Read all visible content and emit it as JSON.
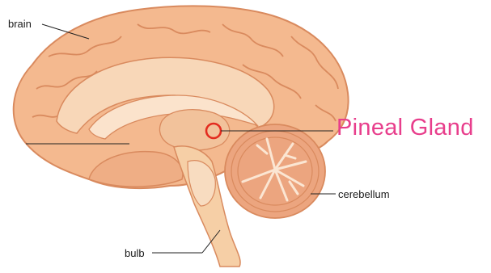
{
  "labels": {
    "brain": "brain",
    "pineal_gland": "Pineal Gland",
    "cerebellum": "cerebellum",
    "bulb": "bulb"
  },
  "colors": {
    "brain_fill": "#f4b98f",
    "brain_outline": "#d98a5e",
    "inner_fill": "#f8d7b8",
    "brainstem_fill": "#f6cfa6",
    "cerebellum_fill": "#eca57f",
    "cerebellum_white_matter": "#fbe6d3",
    "highlight_ring": "#e32b1f",
    "pineal_label": "#e83e8c",
    "leader_line": "#222222"
  }
}
